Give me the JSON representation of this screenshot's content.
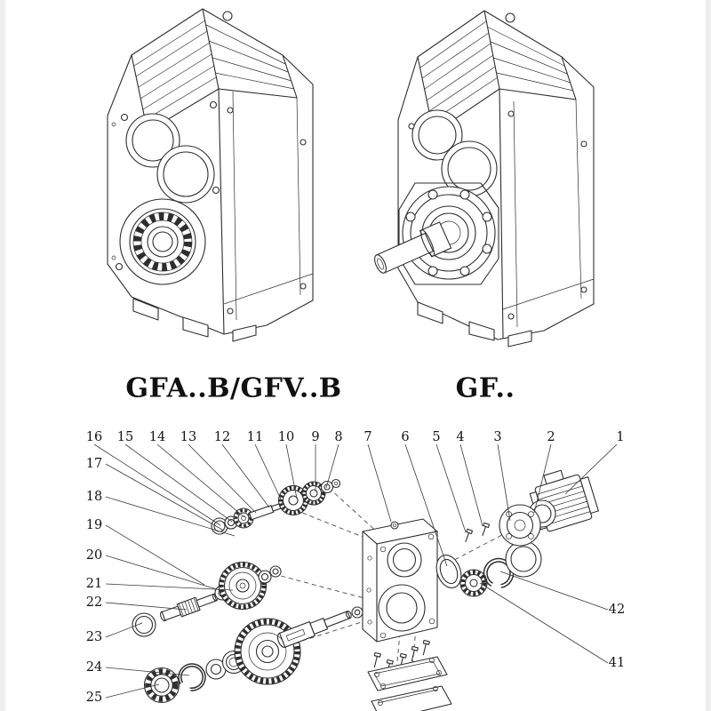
{
  "captions": {
    "left_model": "GFA..B/GFV..B",
    "right_model": "GF.."
  },
  "callouts": {
    "top": [
      "16",
      "15",
      "14",
      "13",
      "12",
      "11",
      "10",
      "9",
      "8",
      "7",
      "6",
      "5",
      "4",
      "3",
      "2",
      "1"
    ],
    "left": [
      "17",
      "18",
      "19",
      "20",
      "21",
      "22",
      "23",
      "24",
      "25"
    ],
    "right": [
      "42",
      "41"
    ]
  },
  "palette": {
    "background": "#ffffff",
    "line": "#2e2e2e"
  }
}
